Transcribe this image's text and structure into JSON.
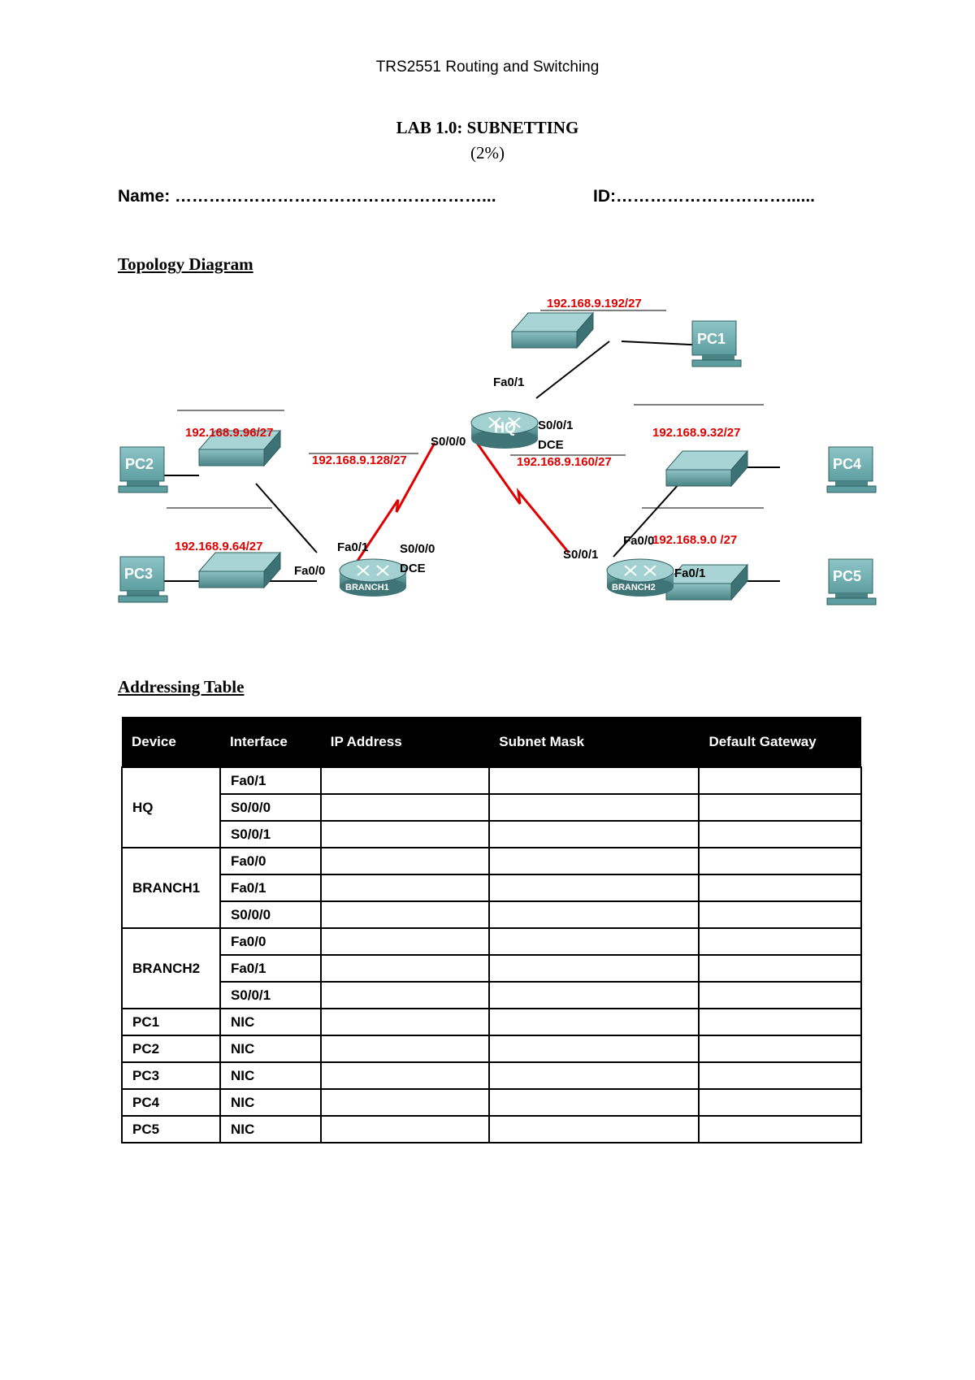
{
  "header": {
    "course": "TRS2551 Routing and Switching"
  },
  "lab": {
    "title": "LAB 1.0: SUBNETTING",
    "weight": "(2%)"
  },
  "student": {
    "name_line": "Name: ………………………………………………...",
    "id_line": "ID:…………………………......"
  },
  "sections": {
    "topology": "Topology Diagram",
    "addressing": "Addressing Table"
  },
  "topology": {
    "devices": {
      "hq": "HQ",
      "branch1": "BRANCH1",
      "branch2": "BRANCH2",
      "pc1": "PC1",
      "pc2": "PC2",
      "pc3": "PC3",
      "pc4": "PC4",
      "pc5": "PC5"
    },
    "networks": {
      "hq_lan": "192.168.9.192/27",
      "b1_lan1": "192.168.9.96/27",
      "b1_lan0": "192.168.9.64/27",
      "hq_b1_wan": "192.168.9.128/27",
      "hq_b2_wan": "192.168.9.160/27",
      "b2_lan0": "192.168.9.32/27",
      "b2_lan1": "192.168.9.0 /27"
    },
    "interfaces": {
      "hq_fa01": "Fa0/1",
      "hq_s000": "S0/0/0",
      "hq_s001": "S0/0/1",
      "hq_dce": "DCE",
      "b1_fa01": "Fa0/1",
      "b1_fa00": "Fa0/0",
      "b1_s000": "S0/0/0",
      "b1_dce": "DCE",
      "b2_fa00": "Fa0/0",
      "b2_fa01": "Fa0/1",
      "b2_s001": "S0/0/1"
    },
    "colors": {
      "wan_link": "#e00000",
      "device": "#5f9ea0",
      "net_label": "#e00000"
    }
  },
  "table": {
    "headers": [
      "Device",
      "Interface",
      "IP Address",
      "Subnet Mask",
      "Default Gateway"
    ],
    "groups": [
      {
        "device": "HQ",
        "interfaces": [
          "Fa0/1",
          "S0/0/0",
          "S0/0/1"
        ]
      },
      {
        "device": "BRANCH1",
        "interfaces": [
          "Fa0/0",
          "Fa0/1",
          "S0/0/0"
        ]
      },
      {
        "device": "BRANCH2",
        "interfaces": [
          "Fa0/0",
          "Fa0/1",
          "S0/0/1"
        ]
      },
      {
        "device": "PC1",
        "interfaces": [
          "NIC"
        ]
      },
      {
        "device": "PC2",
        "interfaces": [
          "NIC"
        ]
      },
      {
        "device": "PC3",
        "interfaces": [
          "NIC"
        ]
      },
      {
        "device": "PC4",
        "interfaces": [
          "NIC"
        ]
      },
      {
        "device": "PC5",
        "interfaces": [
          "NIC"
        ]
      }
    ]
  }
}
